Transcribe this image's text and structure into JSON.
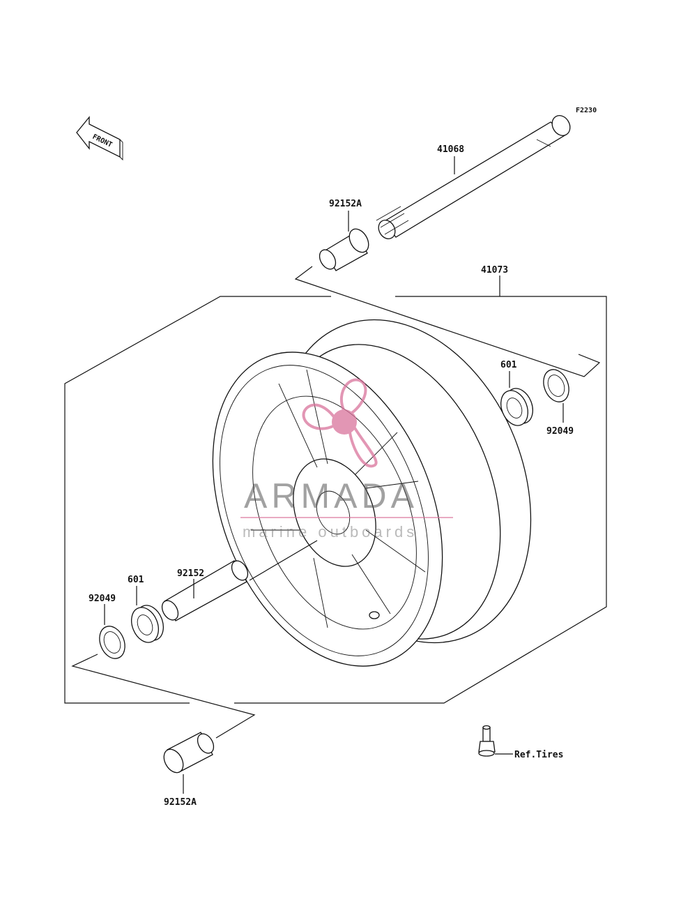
{
  "diagram_code": "F2230",
  "front_arrow_text": "FRONT",
  "parts": {
    "axle": "41068",
    "collar_top": "92152A",
    "wheel_assy": "41073",
    "bearing_right": "601",
    "seal_right": "92049",
    "sleeve": "92152",
    "bearing_left": "601",
    "seal_left": "92049",
    "collar_bottom": "92152A",
    "valve_ref": "Ref.Tires"
  },
  "watermark": {
    "brand": "ARMADA",
    "tagline": "marine outboards",
    "accent_color": "#d9739b"
  }
}
